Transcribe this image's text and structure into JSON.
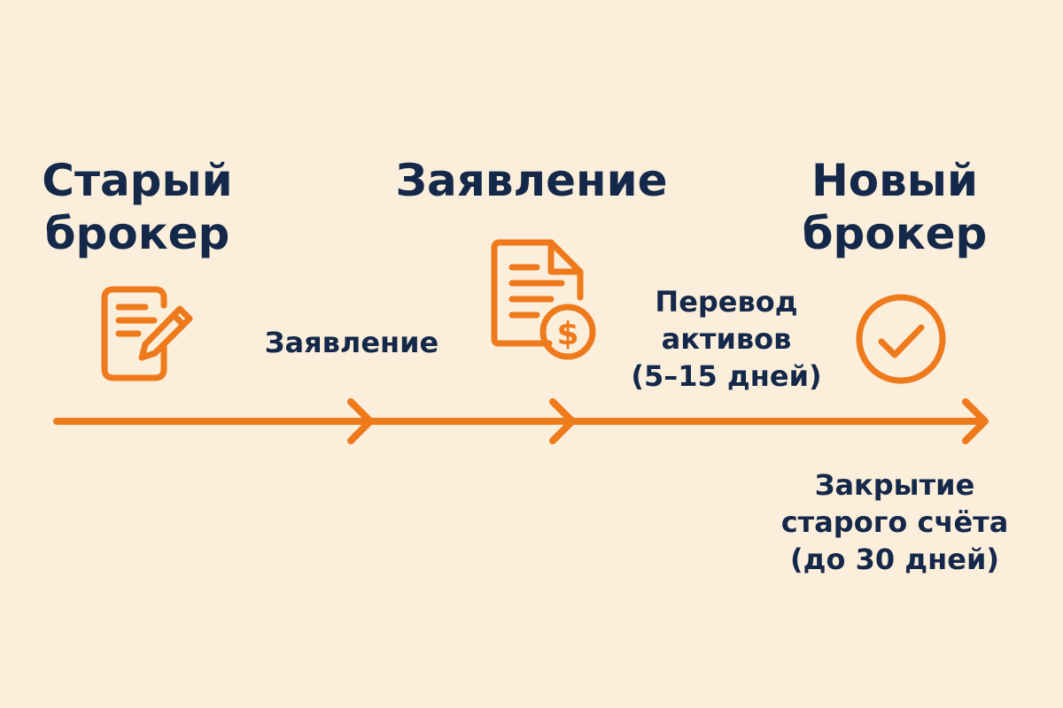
{
  "colors": {
    "background": "#fbeedb",
    "accent": "#ee7a1c",
    "text": "#14284a"
  },
  "stages": [
    {
      "title_lines": [
        "Старый",
        "брокер"
      ],
      "icon": "edit-document-icon"
    },
    {
      "title_lines": [
        "Заявление"
      ],
      "icon": "invoice-dollar-document-icon"
    },
    {
      "title_lines": [
        "Новый",
        "брокер"
      ],
      "icon": "check-circle-icon"
    }
  ],
  "steps": [
    {
      "label_lines": [
        "Заявление"
      ]
    },
    {
      "label_lines": [
        "Перевод",
        "активов",
        "(5–15 дней)"
      ]
    },
    {
      "label_lines": [
        "Закрытие",
        "старого счёта",
        "(до 30 дней)"
      ]
    }
  ]
}
